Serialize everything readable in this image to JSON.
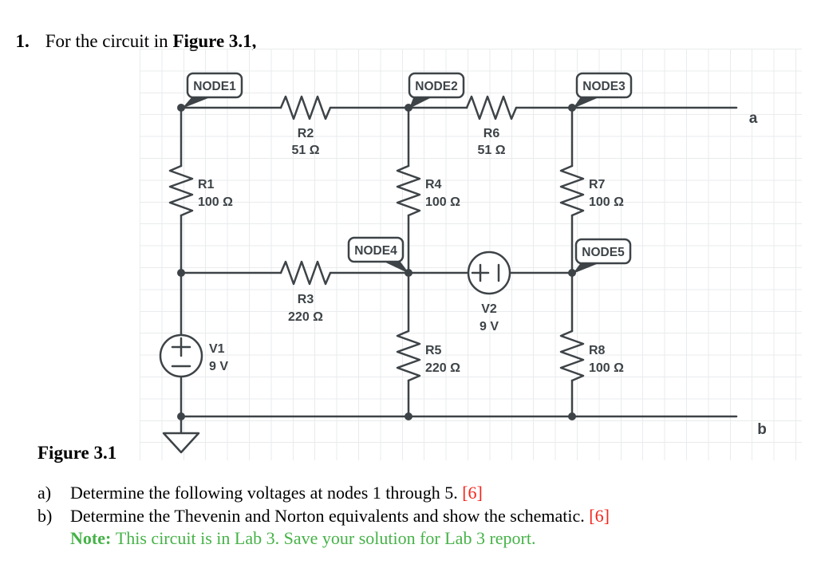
{
  "heading": {
    "number": "1.",
    "text": "For the circuit in ",
    "figure_ref": "Figure 3.1,"
  },
  "figure_caption": "Figure 3.1",
  "nodes": {
    "n1": "NODE1",
    "n2": "NODE2",
    "n3": "NODE3",
    "n4": "NODE4",
    "n5": "NODE5"
  },
  "components": {
    "r1": {
      "name": "R1",
      "value": "100 Ω"
    },
    "r2": {
      "name": "R2",
      "value": "51 Ω"
    },
    "r3": {
      "name": "R3",
      "value": "220 Ω"
    },
    "r4": {
      "name": "R4",
      "value": "100 Ω"
    },
    "r5": {
      "name": "R5",
      "value": "220 Ω"
    },
    "r6": {
      "name": "R6",
      "value": "51 Ω"
    },
    "r7": {
      "name": "R7",
      "value": "100 Ω"
    },
    "r8": {
      "name": "R8",
      "value": "100 Ω"
    },
    "v1": {
      "name": "V1",
      "value": "9 V"
    },
    "v2": {
      "name": "V2",
      "value": "9 V"
    }
  },
  "terminals": {
    "a": "a",
    "b": "b"
  },
  "questions": {
    "a_label": "a)",
    "a_text": "Determine the following voltages at nodes 1 through 5. ",
    "a_marks": "[6]",
    "b_label": "b)",
    "b_text": "Determine the Thevenin and Norton equivalents and show the schematic. ",
    "b_marks": "[6]",
    "note_label": "Note:",
    "note_text": " This circuit is in Lab 3. Save your solution for Lab 3 report."
  },
  "colors": {
    "circuit_stroke": "#3d4347",
    "marks_red": "#f5241b",
    "note_green": "#45b247",
    "grid_line": "#e9ebec"
  }
}
